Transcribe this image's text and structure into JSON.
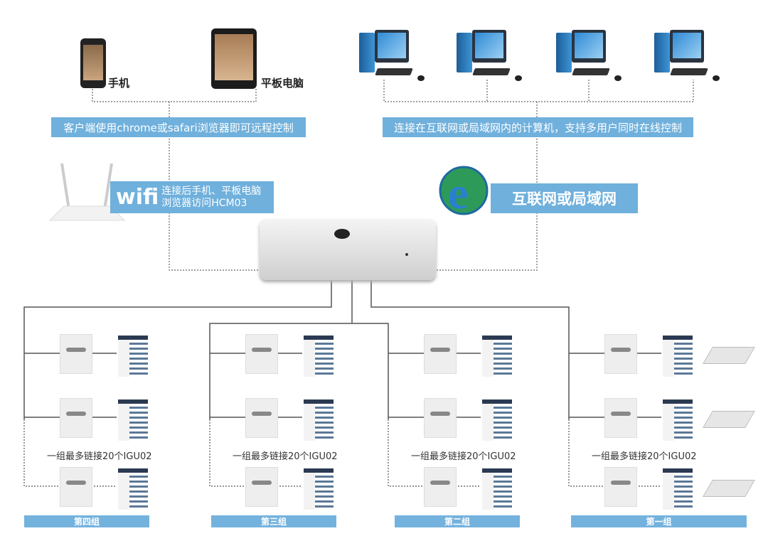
{
  "devices": {
    "phone_label": "手机",
    "tablet_label": "平板电脑"
  },
  "captions": {
    "browser": "客户端使用chrome或safari浏览器即可远程控制",
    "computers": "连接在互联网或局域网内的计算机，支持多用户同时在线控制",
    "wifi_word": "wifi",
    "wifi_line1": "连接后手机、平板电脑",
    "wifi_line2": "浏览器访问HCM03",
    "internet": "互联网或局域网"
  },
  "groups": [
    {
      "name": "第四组",
      "note": "一组最多链接20个IGU02",
      "cassette": false
    },
    {
      "name": "第三组",
      "note": "一组最多链接20个IGU02",
      "cassette": false
    },
    {
      "name": "第二组",
      "note": "一组最多链接20个IGU02",
      "cassette": false
    },
    {
      "name": "第一组",
      "note": "一组最多链接20个IGU02",
      "cassette": true
    }
  ],
  "colors": {
    "label_blue": "#6fb0dc"
  }
}
